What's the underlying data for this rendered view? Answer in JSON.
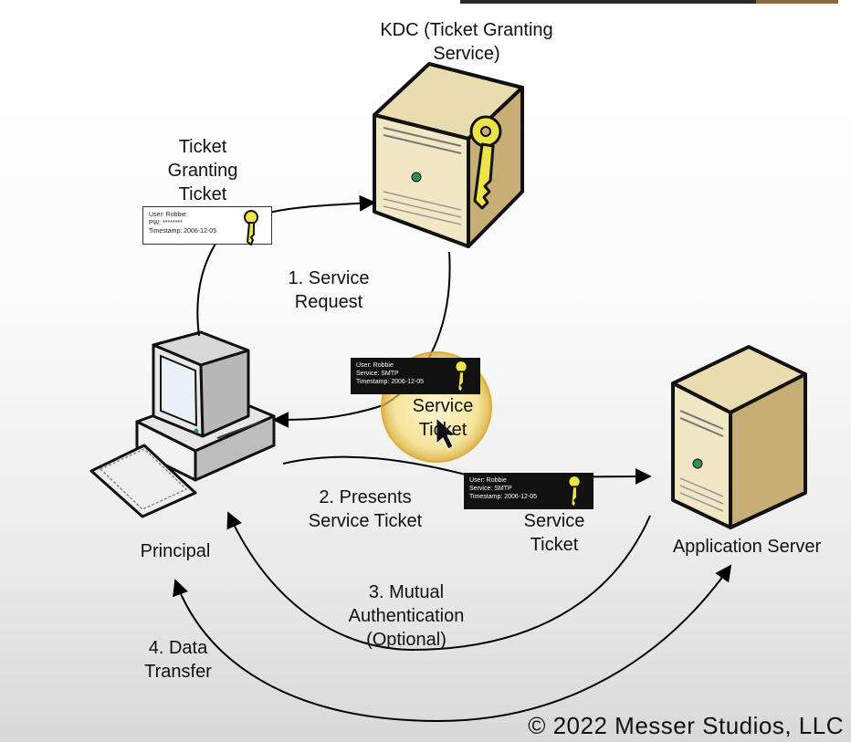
{
  "labels": {
    "kdc": "KDC (Ticket Granting Service)",
    "tgt": "Ticket Granting Ticket",
    "step1": "1. Service Request",
    "service_ticket_mid": "Service Ticket",
    "step2": "2. Presents Service Ticket",
    "service_ticket_right": "Service Ticket",
    "principal": "Principal",
    "app_server": "Application Server",
    "step3": "3. Mutual Authentication (Optional)",
    "step4": "4. Data Transfer"
  },
  "tickets": {
    "tgt": {
      "user": "User: Robbie",
      "pw": "PW: ********",
      "timestamp": "Timestamp: 2006-12-05"
    },
    "st1": {
      "user": "User: Robbie",
      "service": "Service: SMTP",
      "timestamp": "Timestamp: 2006-12-05"
    },
    "st2": {
      "user": "User: Robbie",
      "service": "Service: SMTP",
      "timestamp": "Timestamp: 2006-12-05"
    }
  },
  "footer": {
    "copyright": "© 2022 Messer Studios, LLC"
  },
  "colors": {
    "server_face": "#f1e6c2",
    "server_side": "#c9b37e",
    "key": "#ece348",
    "highlight": "#f4d24a"
  }
}
